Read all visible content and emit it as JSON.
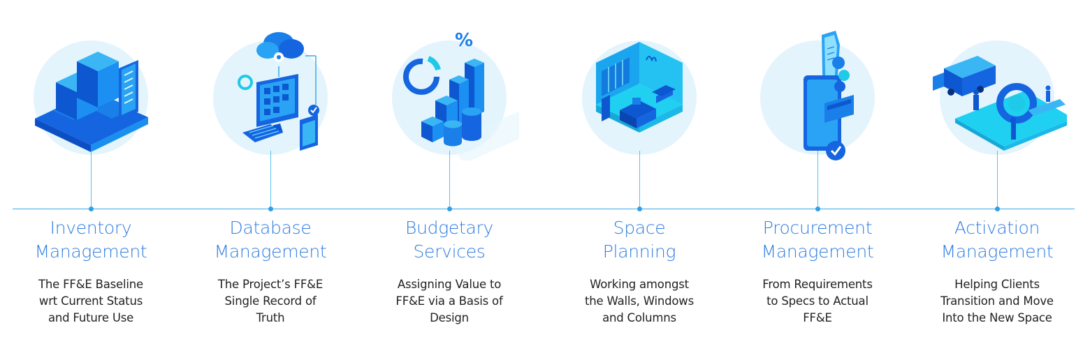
{
  "steps": [
    {
      "title": [
        "Inventory",
        "Management"
      ],
      "description": [
        "The FF&E Baseline",
        "wrt Current Status",
        "and Future Use"
      ],
      "icon": "inventory-pallet-icon"
    },
    {
      "title": [
        "Database",
        "Management"
      ],
      "description": [
        "The Project’s FF&E",
        "Single Record of",
        "Truth"
      ],
      "icon": "database-cloud-computer-icon"
    },
    {
      "title": [
        "Budgetary",
        "Services"
      ],
      "description": [
        "Assigning Value to",
        "FF&E via a Basis of",
        "Design"
      ],
      "icon": "budget-chart-coins-icon"
    },
    {
      "title": [
        "Space",
        "Planning"
      ],
      "description": [
        "Working amongst",
        "the Walls, Windows",
        "and Columns"
      ],
      "icon": "office-room-icon"
    },
    {
      "title": [
        "Procurement",
        "Management"
      ],
      "description": [
        "From Requirements",
        "to Specs to Actual",
        "FF&E"
      ],
      "icon": "phone-receipt-payment-icon"
    },
    {
      "title": [
        "Activation",
        "Management"
      ],
      "description": [
        "Helping Clients",
        "Transition and Move",
        "Into the New Space"
      ],
      "icon": "moving-truck-icon"
    }
  ],
  "colors": {
    "accent": "#2f7de1",
    "line": "#3aa8e8",
    "halo": "#e3f4fd",
    "illustration_dark": "#1565e0",
    "illustration_light": "#1fd0f0"
  }
}
